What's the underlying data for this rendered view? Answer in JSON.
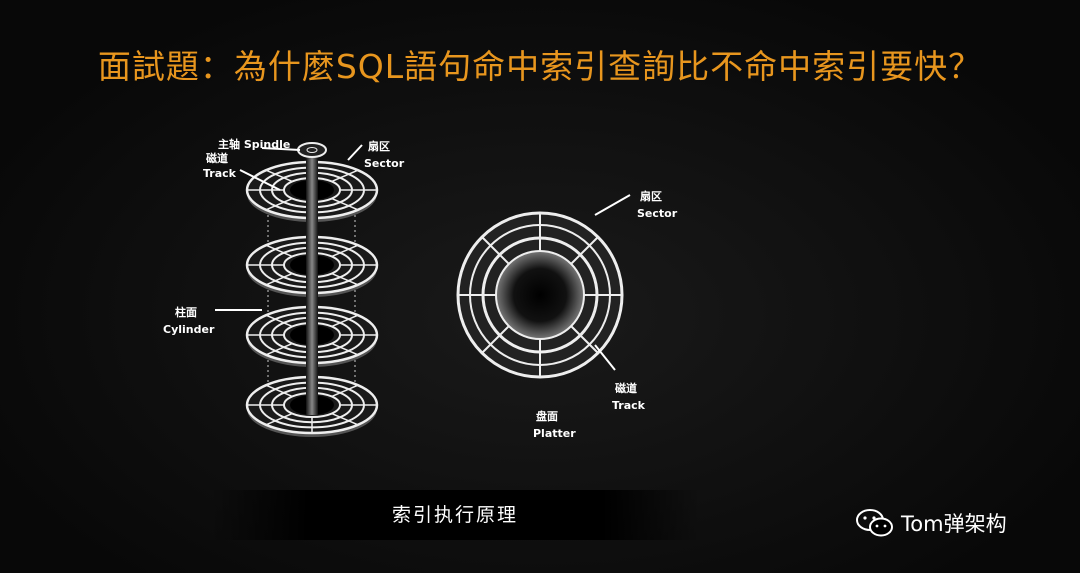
{
  "title": "面試題：為什麼SQL語句命中索引查詢比不命中索引要快？",
  "left_diagram": {
    "spindle": "主轴 Spindle",
    "track_cn": "磁道",
    "track_en": "Track",
    "sector_cn": "扇区",
    "sector_en": "Sector",
    "cylinder_cn": "柱面",
    "cylinder_en": "Cylinder"
  },
  "right_diagram": {
    "sector_cn": "扇区",
    "sector_en": "Sector",
    "track_cn": "磁道",
    "track_en": "Track",
    "platter_cn": "盘面",
    "platter_en": "Platter"
  },
  "caption": "索引执行原理",
  "watermark": "Tom弹架构",
  "colors": {
    "title": "#e8961e"
  }
}
